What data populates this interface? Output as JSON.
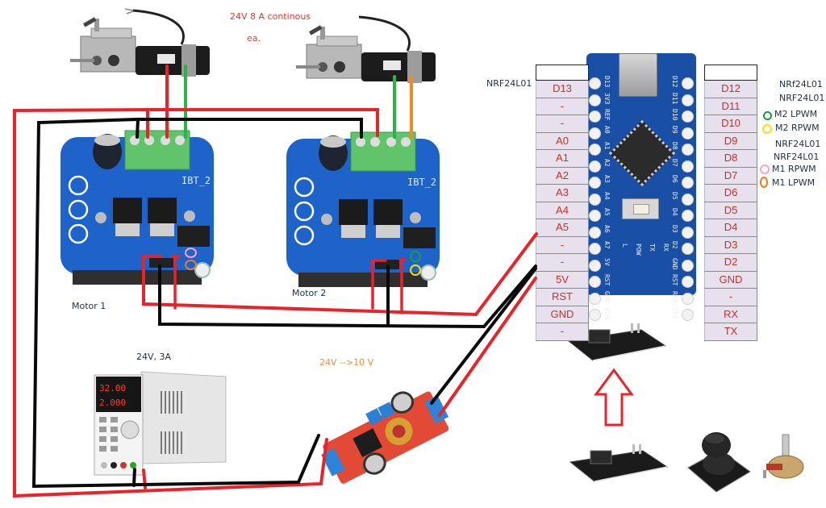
{
  "title_note": {
    "rating": "24V 8 A continous",
    "each": "ea."
  },
  "motors": [
    {
      "label": "Motor 1",
      "driver": "IBT_2",
      "wire_colors": [
        "#e8232a",
        "#2bb34a"
      ]
    },
    {
      "label": "Motor 2",
      "driver": "IBT_2",
      "wire_colors": [
        "#2bb34a",
        "#f5891f"
      ]
    }
  ],
  "power_supply": {
    "label": "24V, 3A",
    "display_top": "32.00",
    "display_bottom": "2.000"
  },
  "buck_converter": {
    "label": "24V -->10 V"
  },
  "nano": {
    "left_note": "NRF24L01",
    "left_pins": [
      "D13",
      "-",
      "-",
      "A0",
      "A1",
      "A2",
      "A3",
      "A4",
      "A5",
      "-",
      "-",
      "5V",
      "RST",
      "GND",
      "-"
    ],
    "right_pins": [
      "D12",
      "D11",
      "D10",
      "D9",
      "D8",
      "D7",
      "D6",
      "D5",
      "D4",
      "D3",
      "D2",
      "GND",
      "-",
      "RX",
      "TX"
    ],
    "board_left_silk": [
      "D13",
      "3V3",
      "REF",
      "A0",
      "A1",
      "A2",
      "A3",
      "A4",
      "A5",
      "A6",
      "A7",
      "5V",
      "RST",
      "GND",
      "VIN"
    ],
    "board_right_silk": [
      "D12",
      "D11",
      "D10",
      "D9",
      "D8",
      "D7",
      "D6",
      "D5",
      "D4",
      "D3",
      "D2",
      "GND",
      "RST",
      "RX0",
      "TX1"
    ],
    "board_leds": [
      "L",
      "POW",
      "TX",
      "RX"
    ]
  },
  "right_annotations": [
    {
      "text": "NRf24L01",
      "marker": null
    },
    {
      "text": "NRF24L01",
      "marker": null
    },
    {
      "text": "M2 LPWM",
      "marker": "green",
      "marker_color": "#1e9a3c"
    },
    {
      "text": "M2 RPWM",
      "marker": "yellow",
      "marker_color": "#f1e20b"
    },
    {
      "text": "NRF24L01",
      "marker": null
    },
    {
      "text": "NRF24L01",
      "marker": null
    },
    {
      "text": "M1 RPWM",
      "marker": "pink",
      "marker_color": "#f2a6c6"
    },
    {
      "text": "M1 LPWM",
      "marker": "orange",
      "marker_color": "#f07a22"
    }
  ],
  "driver_markers": {
    "motor1": [
      "#f2a6c6",
      "#f07a22"
    ],
    "motor2": [
      "#1e9a3c",
      "#f1e20b"
    ]
  },
  "wire_colors": {
    "positive": "#e8232a",
    "ground": "#0a0a0a"
  },
  "remote_side": {
    "modules": [
      "NRF24L01 adapter (receiver)",
      "NRF24L01 adapter (transmitter)",
      "Joystick module",
      "Potentiometer"
    ],
    "arrow_color": "#e8232a"
  }
}
